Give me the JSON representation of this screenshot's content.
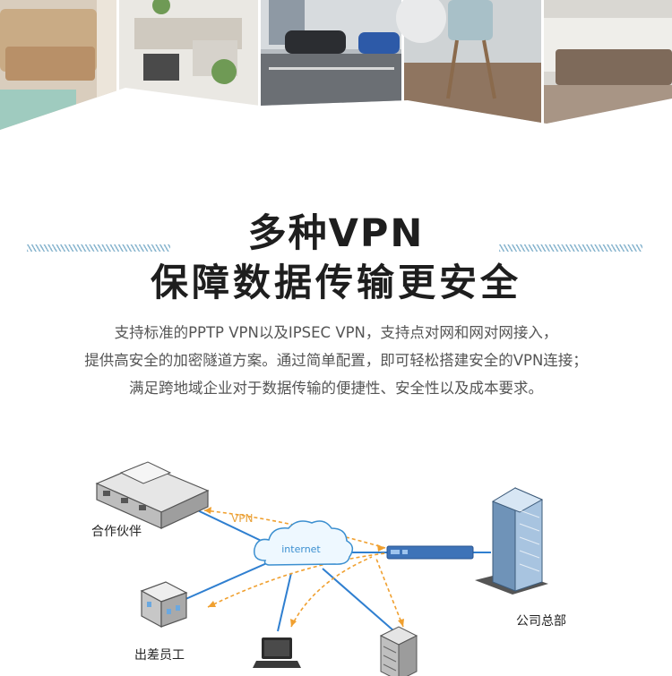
{
  "heading": {
    "line1": "多种VPN",
    "line2": "保障数据传输更安全"
  },
  "description": {
    "lines": [
      "支持标准的PPTP VPN以及IPSEC VPN，支持点对网和网对网接入，",
      "提供高安全的加密隧道方案。通过简单配置，即可轻松搭建安全的VPN连接；",
      "满足跨地域企业对于数据传输的便捷性、安全性以及成本要求。"
    ]
  },
  "diagram": {
    "cloud_label": "internet",
    "vpn_label": "VPN",
    "nodes": {
      "partner": "合作伙伴",
      "business_trip": "出差员工",
      "headquarters": "公司总部"
    }
  },
  "colors": {
    "link_blue": "#2f7fd0",
    "tunnel_orange": "#f0a030",
    "title_text": "#1e1e1e",
    "body_text": "#555555"
  }
}
